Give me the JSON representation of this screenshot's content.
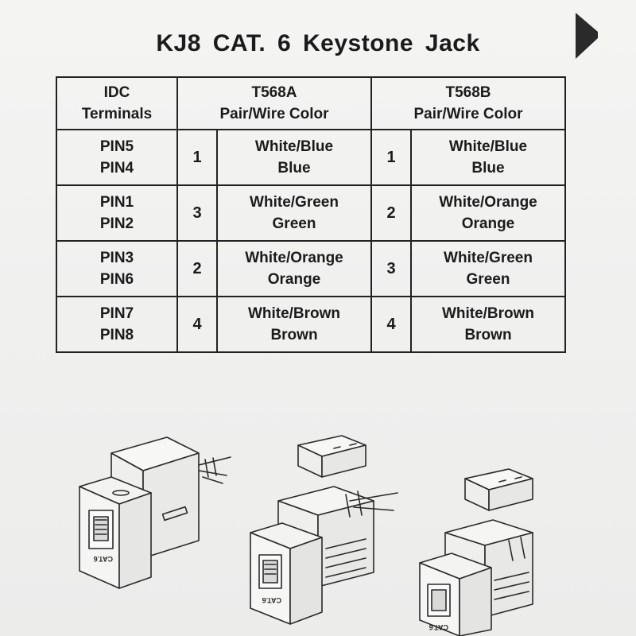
{
  "title": "KJ8  CAT. 6  Keystone Jack",
  "table": {
    "headers": {
      "idc": [
        "IDC",
        "Terminals"
      ],
      "t568a": [
        "T568A",
        "Pair/Wire Color"
      ],
      "t568b": [
        "T568B",
        "Pair/Wire Color"
      ]
    },
    "rows": [
      {
        "pins": [
          "PIN5",
          "PIN4"
        ],
        "a_pair": "1",
        "a_colors": [
          "White/Blue",
          "Blue"
        ],
        "b_pair": "1",
        "b_colors": [
          "White/Blue",
          "Blue"
        ]
      },
      {
        "pins": [
          "PIN1",
          "PIN2"
        ],
        "a_pair": "3",
        "a_colors": [
          "White/Green",
          "Green"
        ],
        "b_pair": "2",
        "b_colors": [
          "White/Orange",
          "Orange"
        ]
      },
      {
        "pins": [
          "PIN3",
          "PIN6"
        ],
        "a_pair": "2",
        "a_colors": [
          "White/Orange",
          "Orange"
        ],
        "b_pair": "3",
        "b_colors": [
          "White/Green",
          "Green"
        ]
      },
      {
        "pins": [
          "PIN7",
          "PIN8"
        ],
        "a_pair": "4",
        "a_colors": [
          "White/Brown",
          "Brown"
        ],
        "b_pair": "4",
        "b_colors": [
          "White/Brown",
          "Brown"
        ]
      }
    ]
  },
  "diagrams": {
    "jack_label": "CAT.6",
    "figures": [
      "keystone-jack-assembled",
      "keystone-jack-with-cap-exploded",
      "keystone-jack-with-cap-rear"
    ]
  },
  "icons": {
    "corner_arrow": "right-arrow-icon"
  }
}
